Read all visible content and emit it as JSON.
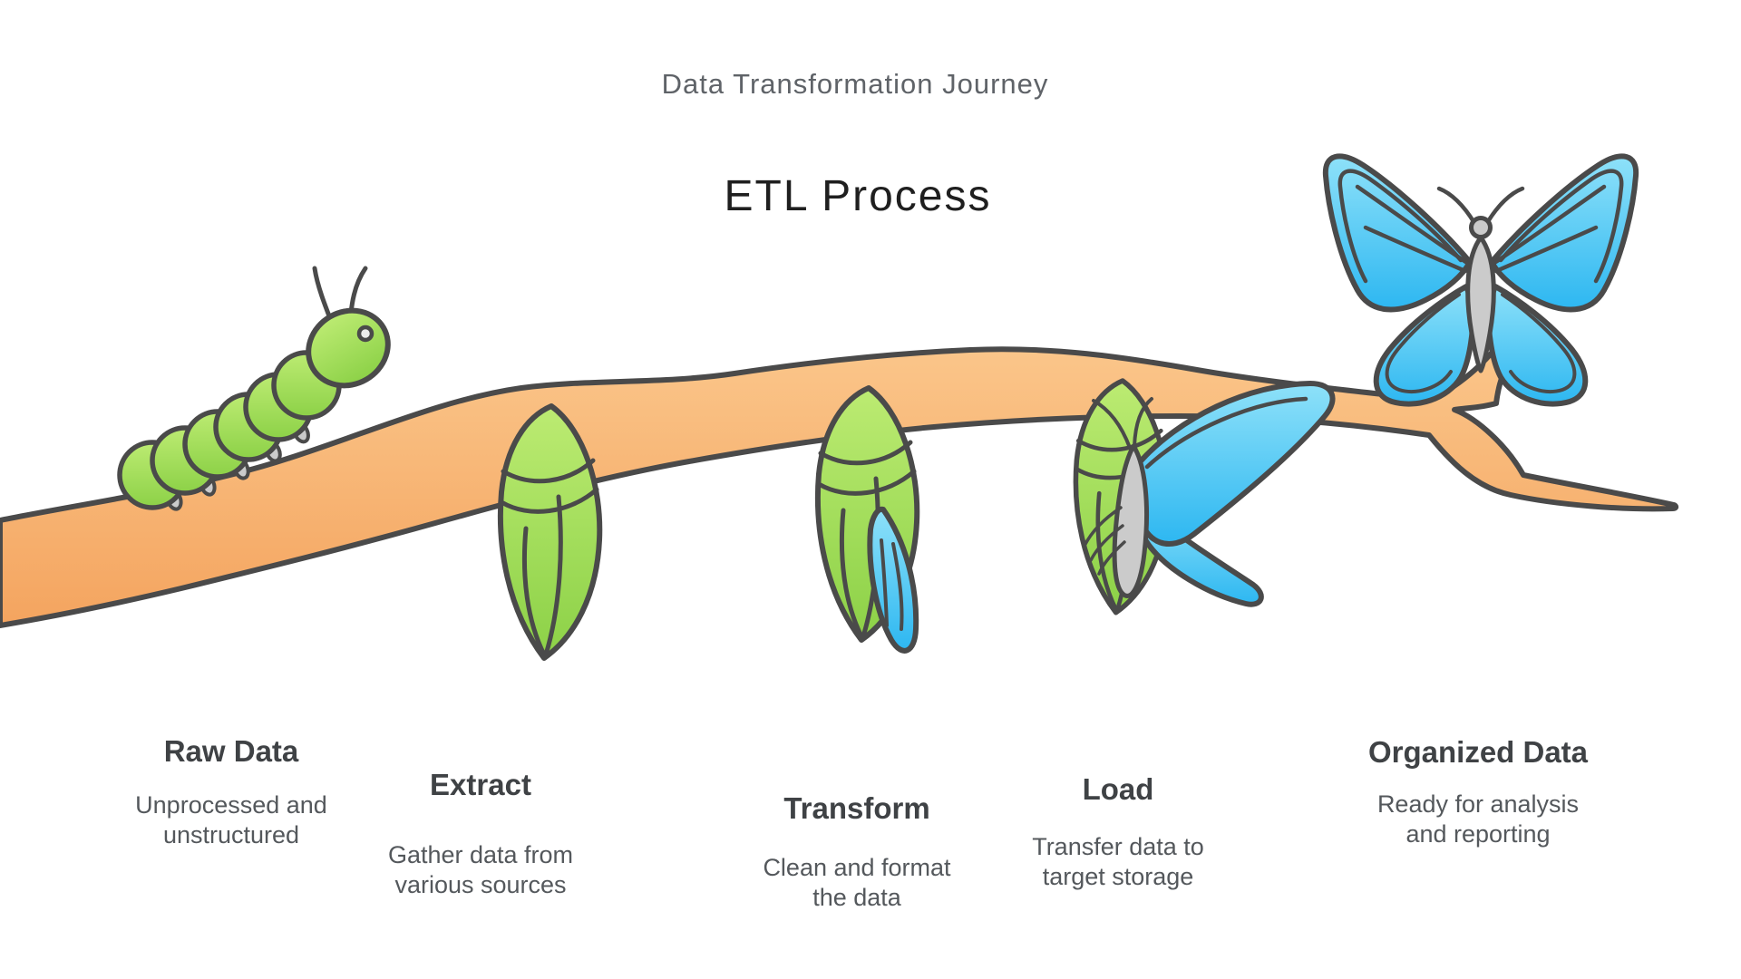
{
  "header": {
    "subtitle": "Data Transformation Journey",
    "title": "ETL Process"
  },
  "stages": [
    {
      "id": "raw-data",
      "label": "Raw Data",
      "desc_line1": "Unprocessed and",
      "desc_line2": "unstructured",
      "icon": "caterpillar-icon"
    },
    {
      "id": "extract",
      "label": "Extract",
      "desc_line1": "Gather data from",
      "desc_line2": "various sources",
      "icon": "chrysalis-icon"
    },
    {
      "id": "transform",
      "label": "Transform",
      "desc_line1": "Clean and format",
      "desc_line2": "the data",
      "icon": "chrysalis-wing-emerging-icon"
    },
    {
      "id": "load",
      "label": "Load",
      "desc_line1": "Transfer data to",
      "desc_line2": "target storage",
      "icon": "butterfly-emerging-icon"
    },
    {
      "id": "organized-data",
      "label": "Organized Data",
      "desc_line1": "Ready for analysis",
      "desc_line2": "and reporting",
      "icon": "butterfly-icon"
    }
  ],
  "colors": {
    "background": "#FFFFFF",
    "outline": "#4A4A4A",
    "branch": "#F4A45F",
    "branch_light": "#FBC88D",
    "green": "#8CD147",
    "green_light": "#BCEB72",
    "blue": "#2DB7F1",
    "blue_light": "#8EE1F9",
    "body_gray": "#CBCBCB",
    "subtitle": "#5F6368",
    "title": "#1F1F1F",
    "label": "#3F4245",
    "caption": "#54585C"
  }
}
